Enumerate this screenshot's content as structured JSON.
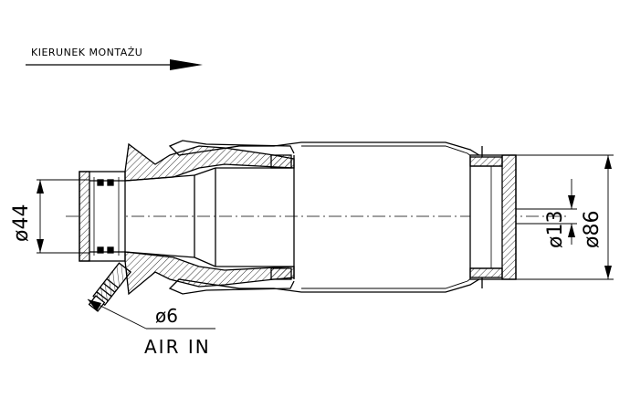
{
  "drawing": {
    "direction_label": "KIERUNEK MONTAŻU",
    "dimensions": {
      "inlet_diameter": "ø44",
      "port_diameter": "ø6",
      "bore_diameter": "ø13",
      "outer_diameter": "ø86"
    },
    "air_inlet_label": "AIR IN"
  }
}
